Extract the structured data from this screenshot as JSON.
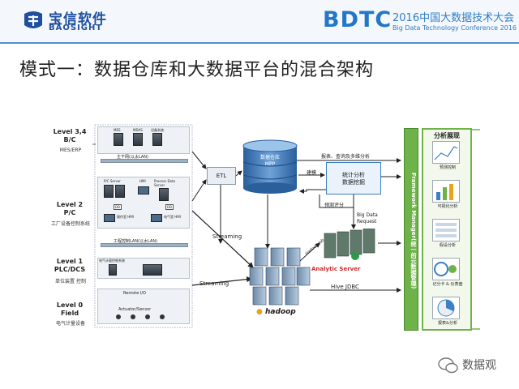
{
  "header": {
    "logo_cn": "宝信软件",
    "logo_en": "BAOSIGHT",
    "bdtc_mark": "BDTC",
    "bdtc_cn": "2016中国大数据技术大会",
    "bdtc_en": "Big Data Technology Conference 2016"
  },
  "title": "模式一：数据仓库和大数据平台的混合架构",
  "levels": [
    {
      "label": "Level 3,4\nB/C",
      "sub": "MES/ERP"
    },
    {
      "label": "Level 2\nP/C",
      "sub": "工厂设备控制系统"
    },
    {
      "label": "Level 1\nPLC/DCS",
      "sub": "单位装置 控制"
    },
    {
      "label": "Level 0\nField",
      "sub": "电气计量设备"
    }
  ],
  "tiers": {
    "t34_items": [
      "MES",
      "MDAS",
      "设备系统"
    ],
    "main_lan": "主干网(以太LAN)",
    "p2_items": [
      "P/C Server",
      "HMI",
      "Process Data Server"
    ],
    "db": "DB",
    "hmi_left": "操作室 HMI",
    "hmi_right": "电气室 HMI",
    "ctrl_lan": "工程控制LAN(以太LAN)",
    "t1_title": "电气计量控制系统",
    "remote_io": "Remote I/O",
    "actuator": "Actuator/Sensor"
  },
  "center": {
    "etl": "ETL",
    "dw": "数据仓库\nMPP",
    "stats": "统计分析\n数据挖掘",
    "report_flow": "报表、查询及多维分析",
    "modeling": "建模",
    "forecast": "预测评分",
    "big_data_request": "Big Data\nRequest",
    "hadoop_job": "Hadoop Job",
    "analytic_server": "Analytic Server",
    "streaming_1": "Streaming",
    "streaming_2": "Streaming",
    "hive_jdbc": "Hive JDBC",
    "hadoop_logo": "hadoop"
  },
  "right_panel": {
    "framework": "Framework Manager(统一的元数据管理)",
    "title": "分析展现",
    "items": [
      "预测控制",
      "可视化分析",
      "假设分析",
      "记分卡 & 仪表盘",
      "报表&分析"
    ]
  },
  "watermark": "数据观",
  "colors": {
    "brand_blue": "#1f4f9f",
    "bdtc_blue": "#2277c8",
    "framework_green": "#6fb24a",
    "analytic_red": "#d12b2b"
  }
}
